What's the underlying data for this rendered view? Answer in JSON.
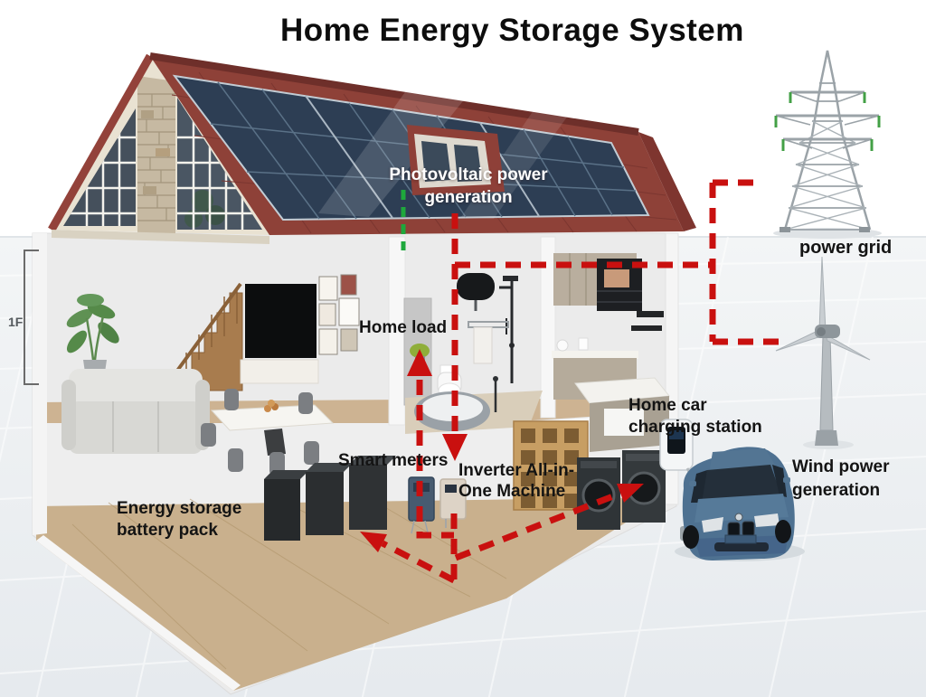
{
  "title": "Home Energy Storage System",
  "colors": {
    "flow_line_red": "#c9100f",
    "pv_line_green": "#1ea83c",
    "label_black": "#141414",
    "pv_label_white": "#ffffff"
  },
  "floor_marker": "1F",
  "labels": {
    "photovoltaic": {
      "line1": "Photovoltaic power",
      "line2": "generation"
    },
    "power_grid": "power grid",
    "home_load": "Home load",
    "smart_meters": "Smart meters",
    "inverter": {
      "line1": "Inverter All-in-",
      "line2": "One Machine"
    },
    "battery": {
      "line1": "Energy storage",
      "line2": "battery pack"
    },
    "car_charging": {
      "line1": "Home car",
      "line2": "charging station"
    },
    "wind": {
      "line1": "Wind power",
      "line2": "generation"
    }
  }
}
